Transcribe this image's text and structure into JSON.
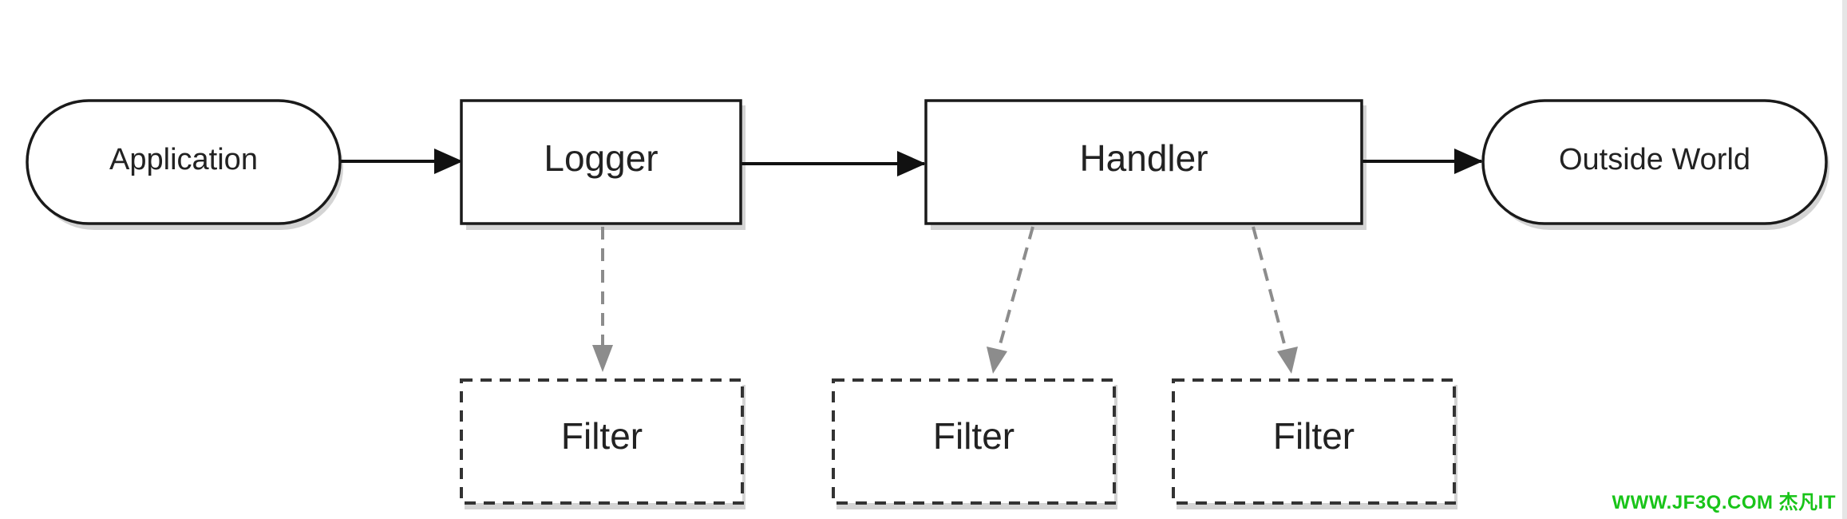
{
  "diagram": {
    "nodes": {
      "application": "Application",
      "logger": "Logger",
      "handler": "Handler",
      "outside_world": "Outside World",
      "filter_logger": "Filter",
      "filter_handler_1": "Filter",
      "filter_handler_2": "Filter"
    }
  },
  "watermark": "WWW.JF3Q.COM 杰凡IT"
}
